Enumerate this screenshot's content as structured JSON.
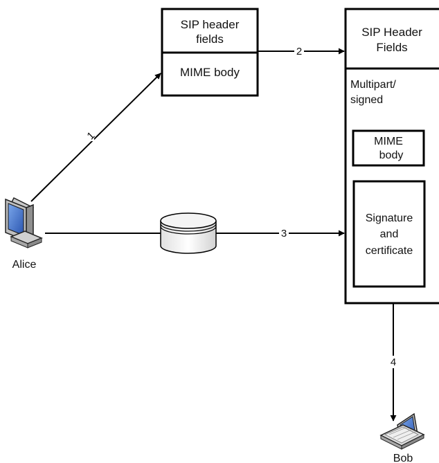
{
  "left_message": {
    "header_label_line1": "SIP header",
    "header_label_line2": "fields",
    "body_label": "MIME body"
  },
  "right_message": {
    "header_label_line1": "SIP Header",
    "header_label_line2": "Fields",
    "section_label_line1": "Multipart/",
    "section_label_line2": "signed",
    "mime_label_line1": "MIME",
    "mime_label_line2": "body",
    "signature_line1": "Signature",
    "signature_line2": "and",
    "signature_line3": "certificate"
  },
  "actors": {
    "sender": "Alice",
    "receiver": "Bob"
  },
  "steps": {
    "step1": "1",
    "step2": "2",
    "step3": "3",
    "step4": "4"
  },
  "icons": {
    "sender_device": "desktop-computer-icon",
    "receiver_device": "laptop-icon",
    "store": "database-cylinder-icon"
  },
  "colors": {
    "stroke": "#000000",
    "screen": "#3a6cc8",
    "device_body": "#d9d9d9",
    "cylinder_fill": "#f2f2f2"
  }
}
